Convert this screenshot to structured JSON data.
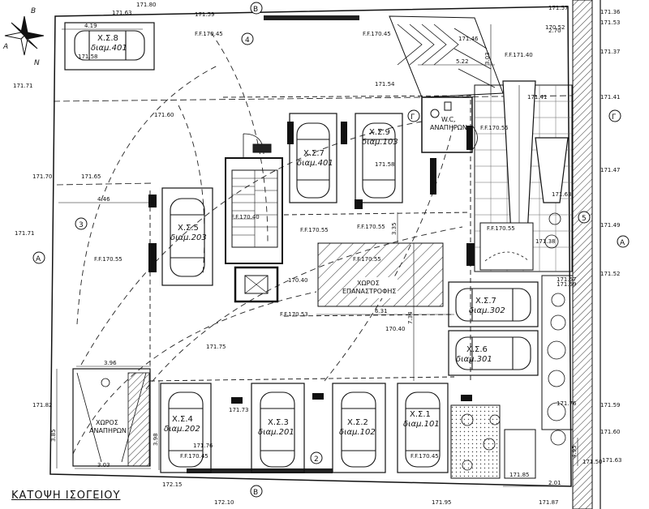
{
  "title": "ΚΑΤΟΨΗ ΙΣΟΓΕΙΟΥ",
  "compass": {
    "n": "N",
    "a": "A",
    "b": "B"
  },
  "section_marks": {
    "b": "B",
    "g": "Γ",
    "a": "A"
  },
  "grid_marks": {
    "g3": "3",
    "g4": "4",
    "g2": "2",
    "g5": "5"
  },
  "spaces": {
    "p8_code": "Χ.Σ.8",
    "p8_owner": "διαμ.401",
    "p7a_code": "Χ.Σ.7",
    "p7a_owner": "διαμ.401",
    "p9_code": "Χ.Σ.9",
    "p9_owner": "διαμ.103",
    "p5_code": "Χ.Σ.5",
    "p5_owner": "διαμ.203",
    "p7b_code": "Χ.Σ.7",
    "p7b_owner": "διαμ.302",
    "p6_code": "Χ.Σ.6",
    "p6_owner": "διαμ.301",
    "p4_code": "Χ.Σ.4",
    "p4_owner": "διαμ.202",
    "p3_code": "Χ.Σ.3",
    "p3_owner": "διαμ.201",
    "p2_code": "Χ.Σ.2",
    "p2_owner": "διαμ.102",
    "p1_code": "Χ.Σ.1",
    "p1_owner": "διαμ.101",
    "ramp_l1": "ΧΩΡΟΣ",
    "ramp_l2": "ΕΠΑΝΑΣΤΡΟΦΗΣ",
    "dis_l1": "ΧΩΡΟΣ",
    "dis_l2": "ΑΝΑΠΗΡΩΝ",
    "wc_l1": "W.C.",
    "wc_l2": "ΑΝΑΠΗΡΩΝ"
  },
  "floor_levels": {
    "ff_top": "F.F.170.45",
    "ff_top2": "F.F.170.45",
    "ff_right": "F.F.171.40",
    "ff_wc": "F.F.170.55",
    "ff_mid1": "F.F.170.55",
    "ff_mid2": "F.F.170.55",
    "ff_mid3": "F.F.170.55",
    "ff_left": "F.F.170.55",
    "ff_ramp": "F.F.170.55",
    "ff_bot": "F.F.170.53",
    "ff_bot2": "F.F.170.45",
    "ff_botr": "F.F.170.45",
    "ff_stair": "F.F.170.40",
    "ff_lift": "170.40",
    "ff_slope": "170.40"
  },
  "spot_levels": {
    "s1": "171.63",
    "s2": "171.80",
    "s3": "171.59",
    "s4": "171.57",
    "s5": "171.36",
    "s6": "171.53",
    "s7": "170.52",
    "s8": "171.46",
    "s9": "171.37",
    "s10": "171.71",
    "s11": "171.54",
    "s12": "171.41",
    "s13": "171.41",
    "s14": "171.60",
    "s15": "171.70",
    "s16": "171.65",
    "s17": "171.58",
    "s18": "171.63",
    "s19": "171.47",
    "s20": "171.71",
    "s21": "171.49",
    "s22": "171.52",
    "s23": "171.59",
    "s24": "171.57",
    "s25": "171.75",
    "s26": "171.82",
    "s27": "171.73",
    "s28": "171.76",
    "s29": "171.76",
    "s30": "171.59",
    "s31": "171.60",
    "s32": "171.63",
    "s33": "171.85",
    "s34": "172.15",
    "s35": "172.10",
    "s36": "171.95",
    "s37": "171.87",
    "s38": "171.38",
    "s39": "171.50",
    "s40": "171.58"
  },
  "dimensions": {
    "d1": "4.19",
    "d2": "4.46",
    "d3": "3.96",
    "d4": "3.85",
    "d5": "3.03",
    "d6": "3.98",
    "d7": "5.22",
    "d8": "3.03",
    "d9": "6.31",
    "d10": "7.34",
    "d11": "3.35",
    "d12": "2.01",
    "d13": "4.95",
    "d14": "2.70"
  }
}
